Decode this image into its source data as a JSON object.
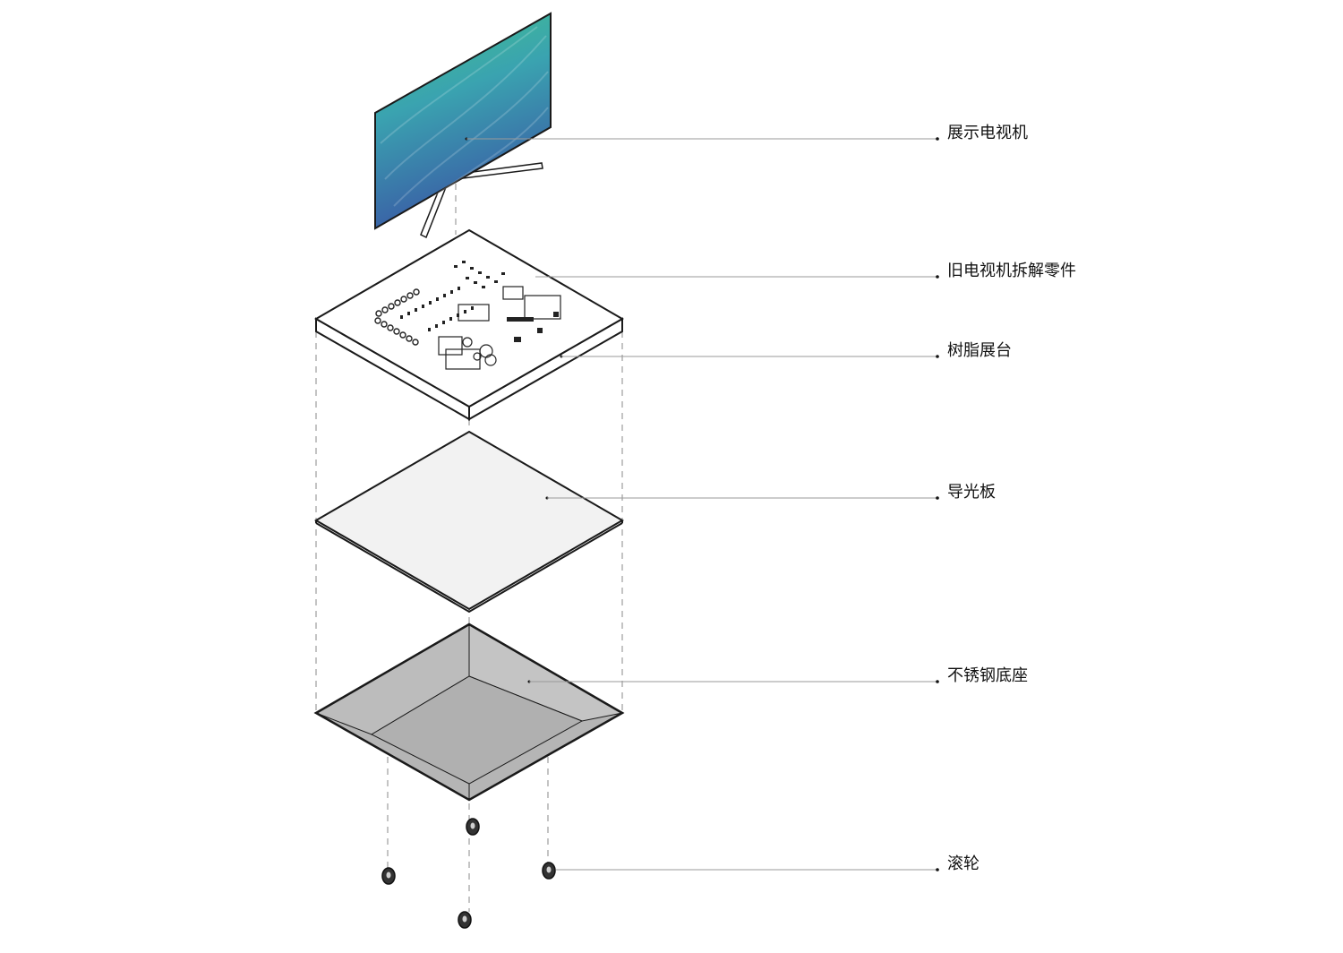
{
  "labels": {
    "tv": "展示电视机",
    "parts": "旧电视机拆解零件",
    "resin": "树脂展台",
    "light_guide": "导光板",
    "steel_base": "不锈钢底座",
    "casters": "滚轮"
  },
  "colors": {
    "line": "#1a1a1a",
    "leader": "#9a9a9a",
    "panel_fill": "#f2f2f2",
    "base_fill": "#b5b5b5",
    "base_side": "#c8c8c8",
    "screen_top": "#3fbf8f",
    "screen_mid": "#3c9fb2",
    "screen_bottom": "#3a5fa8",
    "caster": "#333333"
  }
}
